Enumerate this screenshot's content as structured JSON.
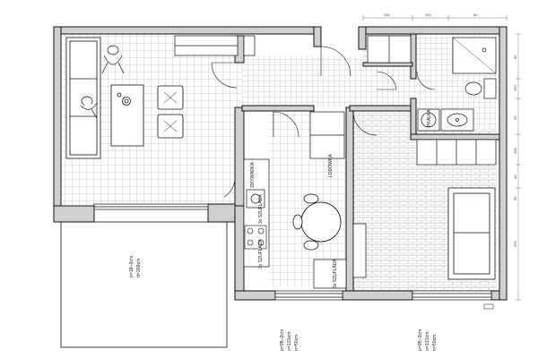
{
  "plan": {
    "room_labels": {
      "lodowka": "LODÓWKA",
      "zmywarka": "ZMYWARKA",
      "szuflada_1": "3x SZUFLADA",
      "szuflada_2": "3x SZUFLADA",
      "szuflada_3": "3x SZUFLADA",
      "pralka": "PRALKA"
    },
    "window_notes": [
      {
        "id": "left",
        "lines": [
          "p=18÷2cm",
          "d=209cm"
        ]
      },
      {
        "id": "middle",
        "lines": [
          "p=95÷2cm",
          "o=131cm",
          "n=50cm"
        ]
      },
      {
        "id": "right",
        "lines": [
          "p=95÷2cm",
          "o=131cm",
          "n=50cm"
        ]
      }
    ],
    "dimension_marks": {
      "top": [
        "155",
        "150",
        "80"
      ],
      "right": [
        "80",
        "150",
        "90",
        "100",
        "40",
        "50",
        "295"
      ]
    }
  }
}
